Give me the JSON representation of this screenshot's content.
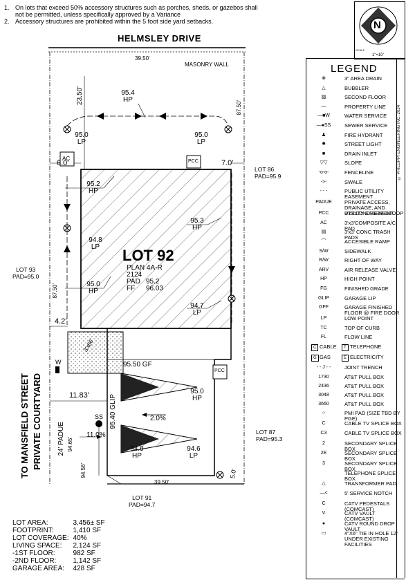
{
  "notes": [
    "On lots that exceed 50% accessory structures such as porches, sheds, or gazebos shall not be permitted, unless specifically approved by a Variance",
    "Accessory structures are prohibited within the 5 foot side yard setbacks."
  ],
  "note_numbers": [
    "1.",
    "2."
  ],
  "street": "HELMSLEY DRIVE",
  "masonry_wall": "MASONRY WALL",
  "north": {
    "letter": "N",
    "scale_label": "SCALE",
    "scale_value": "1\"=10'"
  },
  "copyright": "© PHILLIPPI ENGINEERING INC. 2024",
  "lot": {
    "title": "LOT 92",
    "plan": "PLAN 4A-R",
    "plan_num": "2124",
    "pad_label": "PAD",
    "pad": "95.2",
    "ff_label": "FF",
    "ff": "96.03"
  },
  "dims": {
    "top_width": "39.50'",
    "bottom_width": "39.50'",
    "front_setback": "23.50'",
    "right_depth": "87.50'",
    "left_depth": "87.50'",
    "left_side": "6.0'",
    "right_side": "7.0'",
    "walk_offset": "4.2'",
    "court_offset": "11.83'",
    "padue": "24' PADUE",
    "drive_dim": "94.65'",
    "corner_dim": "94.56'",
    "right_corner": "5.0'",
    "porch_dims": "3'x66'"
  },
  "elevations": {
    "top_hp": {
      "v": "95.4",
      "t": "HP"
    },
    "top_left_lp": {
      "v": "95.0",
      "t": "LP"
    },
    "top_right_lp": {
      "v": "95.0",
      "t": "LP"
    },
    "left_hp_top": {
      "v": "95.2",
      "t": "HP"
    },
    "left_lp": {
      "v": "94.8",
      "t": "LP"
    },
    "left_hp_bottom": {
      "v": "95.0",
      "t": "HP"
    },
    "right_hp": {
      "v": "95.3",
      "t": "HP"
    },
    "right_lp": {
      "v": "94.7",
      "t": "LP"
    },
    "gf": "95.50 GF",
    "glip": "95.40 GLIP",
    "right_hp_garage": {
      "v": "95.0",
      "t": "HP"
    },
    "slope": "2.0%",
    "drive_slope": "11.0%",
    "bottom_hp": {
      "v": "94.9",
      "t": "HP"
    },
    "bottom_lp": {
      "v": "94.6",
      "t": "LP"
    }
  },
  "labels": {
    "ac": "AC",
    "pcc": "PCC",
    "ss": "SS",
    "w": "W"
  },
  "adjacent": {
    "lot86": "LOT 86",
    "lot86_pad": "PAD=95.9",
    "lot93": "LOT 93",
    "lot93_pad": "PAD=95.0",
    "lot87": "LOT 87",
    "lot87_pad": "PAD=95.3",
    "lot91": "LOT 91",
    "lot91_pad": "PAD=94.7"
  },
  "courtyard": [
    "PRIVATE COURTYARD",
    "TO MANSFIELD STREET"
  ],
  "legend": {
    "title": "LEGEND",
    "items": [
      {
        "sym": "⊗",
        "text": "3\" AREA DRAIN"
      },
      {
        "sym": "△",
        "text": "BUBBLER"
      },
      {
        "sym": "▨",
        "text": "SECOND FLOOR"
      },
      {
        "sym": "—",
        "text": "PROPERTY LINE"
      },
      {
        "sym": "—■W",
        "text": "WATER SERVICE"
      },
      {
        "sym": "—●SS",
        "text": "SEWER SERVICE"
      },
      {
        "sym": "♟",
        "text": "FIRE HYDRANT"
      },
      {
        "sym": "✹",
        "text": "STREET LIGHT"
      },
      {
        "sym": "■",
        "text": "DRAIN INLET"
      },
      {
        "sym": "▽▽",
        "text": "SLOPE"
      },
      {
        "sym": "-o-o-",
        "text": "FENCELINE"
      },
      {
        "sym": "->-",
        "text": "SWALE"
      },
      {
        "sym": "- - -",
        "text": "PUBLIC UTILITY EASEMENT"
      },
      {
        "sym": "PADUE",
        "text": "PRIVATE ACCESS, DRAINAGE, AND UTILITY EASEMENT"
      },
      {
        "sym": "PCC",
        "text": "3'x3'CONCRETE STOOP"
      },
      {
        "sym": "AC",
        "text": "3'x3'COMPOSITE A/C PAD"
      },
      {
        "sym": "▤",
        "text": "3'x3' CONC TRASH PADS"
      },
      {
        "sym": "⌒",
        "text": "ACCESIBLE RAMP"
      },
      {
        "sym": "S/W",
        "text": "SIDEWALK"
      },
      {
        "sym": "R/W",
        "text": "RIGHT OF WAY"
      },
      {
        "sym": "ARV",
        "text": "AIR RELEASE VALVE"
      },
      {
        "sym": "HP",
        "text": "HIGH POINT"
      },
      {
        "sym": "FG",
        "text": "FINISHED GRADE"
      },
      {
        "sym": "GLIP",
        "text": "GARAGE LIP"
      },
      {
        "sym": "GFF",
        "text": "GARAGE FINISHED FLOOR @ FIRE DOOR"
      },
      {
        "sym": "LP",
        "text": "LOW POINT"
      },
      {
        "sym": "TC",
        "text": "TOP OF CURB"
      },
      {
        "sym": "FL",
        "text": "FLOW LINE"
      }
    ],
    "util_row1": [
      "C",
      "CABLE",
      "T",
      "TELEPHONE"
    ],
    "util_row2": [
      "G",
      "GAS",
      "E",
      "ELECTRICITY"
    ],
    "joint_trench": "JOINT TRENCH",
    "pull_boxes": [
      {
        "sym": "1730",
        "text": "AT&T PULL BOX"
      },
      {
        "sym": "2436",
        "text": "AT&T PULL BOX"
      },
      {
        "sym": "3048",
        "text": "AT&T PULL BOX"
      },
      {
        "sym": "3660",
        "text": "AT&T PULL BOX"
      }
    ],
    "boxes2": [
      {
        "sym": "○",
        "text": "PMI PAD (SIZE TBD BY PGE)"
      },
      {
        "sym": "C",
        "text": "CABLE TV SPLICE BOX"
      },
      {
        "sym": "C3",
        "text": "CABLE TV SPLICE BOX"
      },
      {
        "sym": "2",
        "text": "SECONDARY SPLICE BOX"
      },
      {
        "sym": "2E",
        "text": "SECONDARY SPLICE BOX"
      },
      {
        "sym": "3",
        "text": "SECONDARY SPLICE BOX"
      },
      {
        "sym": "",
        "text": "TELEPHONE SPLICE BOX"
      },
      {
        "sym": "△",
        "text": "TRANSFORMER PAD"
      },
      {
        "sym": "—<",
        "text": "5' SERVICE NOTCH"
      },
      {
        "sym": "C",
        "text": "CATV PEDESTALS (COMCAST)"
      },
      {
        "sym": "V",
        "text": "CATV VAULT (COMCAST)"
      },
      {
        "sym": "●",
        "text": "CATV ROUND DROP VAULT"
      },
      {
        "sym": "▭",
        "text": "4\"X6\" TIE IN HOLE 12\" UNDER EXISTING FACILITIES"
      }
    ]
  },
  "stats": [
    {
      "k": "LOT AREA:",
      "v": "3,456± SF"
    },
    {
      "k": "FOOTPRINT:",
      "v": "1,410 SF"
    },
    {
      "k": "LOT COVERAGE:",
      "v": "40%"
    },
    {
      "k": "LIVING SPACE:",
      "v": "2,124 SF"
    },
    {
      "k": "-1ST FLOOR:",
      "v": "982 SF"
    },
    {
      "k": "-2ND FLOOR:",
      "v": "1,142 SF"
    },
    {
      "k": "GARAGE AREA:",
      "v": "428 SF"
    }
  ]
}
